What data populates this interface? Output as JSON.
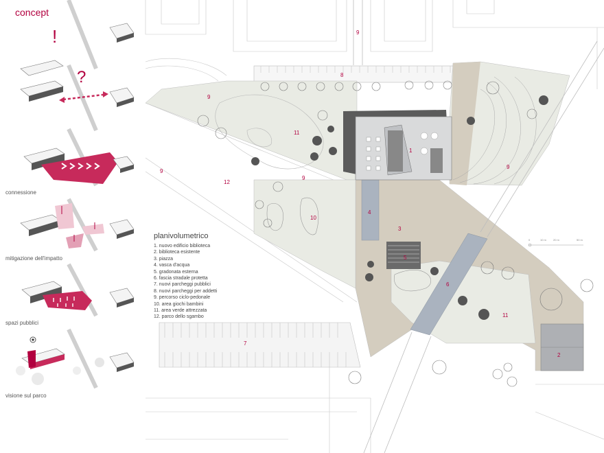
{
  "concept": {
    "title": "concept",
    "exclamation": "!",
    "question": "?",
    "steps": [
      {
        "label": "connessione"
      },
      {
        "label": "mitigazione dell'impatto"
      },
      {
        "label": "spazi pubblici"
      },
      {
        "label": "visione sul parco"
      }
    ]
  },
  "legend": {
    "title": "planivolumetrico",
    "items": [
      "1. nuovo edificio biblioteca",
      "2. biblioteca esistente",
      "3. piazza",
      "4. vasca d'acqua",
      "5. gradonata esterna",
      "6. fascia stradale protetta",
      "7. nuovi parcheggi pubblici",
      "8. nuovi parcheggi  per addetti",
      "9. percorso ciclo-pedonale",
      "10. area giochi bambini",
      "11. area verde attrezzata",
      "12. parco dello sgambo"
    ]
  },
  "map_labels": {
    "n1": "1",
    "n2": "2",
    "n3": "3",
    "n4": "4",
    "n5": "5",
    "n6": "6",
    "n7": "7",
    "n8": "8",
    "n9": "9",
    "n10": "10",
    "n11": "11",
    "n12": "12"
  },
  "scale": {
    "s0": "0",
    "s1": "10 m",
    "s2": "20 m",
    "s3": "50 m"
  },
  "colors": {
    "accent": "#b2003f",
    "pink": "#c72a5b",
    "park": "#e9ebe4",
    "plaza": "#d4cdbf",
    "water": "#aab3bf"
  }
}
